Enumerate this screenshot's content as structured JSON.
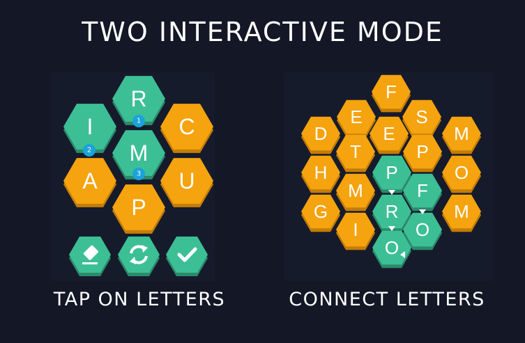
{
  "title": "TWO INTERACTIVE MODE",
  "captions": {
    "left": "TAP ON LETTERS",
    "right": "CONNECT LETTERS"
  },
  "colors": {
    "background": "#131726",
    "orange": "#f5a30f",
    "orange_shadow": "#c47d05",
    "green": "#3dbf95",
    "green_shadow": "#2a8a6a",
    "badge": "#1aa3d9"
  },
  "tap_mode": {
    "letters": [
      {
        "letter": "R",
        "color": "green",
        "badge": "1"
      },
      {
        "letter": "I",
        "color": "green",
        "badge": "2"
      },
      {
        "letter": "C",
        "color": "orange",
        "badge": ""
      },
      {
        "letter": "M",
        "color": "green",
        "badge": "3"
      },
      {
        "letter": "A",
        "color": "orange",
        "badge": ""
      },
      {
        "letter": "U",
        "color": "orange",
        "badge": ""
      },
      {
        "letter": "P",
        "color": "orange",
        "badge": ""
      }
    ],
    "controls": [
      {
        "name": "eraser-icon"
      },
      {
        "name": "shuffle-icon"
      },
      {
        "name": "checkmark-icon"
      }
    ]
  },
  "connect_mode": {
    "letters": [
      {
        "letter": "F",
        "color": "orange"
      },
      {
        "letter": "E",
        "color": "orange"
      },
      {
        "letter": "S",
        "color": "orange"
      },
      {
        "letter": "D",
        "color": "orange"
      },
      {
        "letter": "E",
        "color": "orange"
      },
      {
        "letter": "M",
        "color": "orange"
      },
      {
        "letter": "T",
        "color": "orange"
      },
      {
        "letter": "P",
        "color": "orange"
      },
      {
        "letter": "H",
        "color": "orange"
      },
      {
        "letter": "P",
        "color": "green"
      },
      {
        "letter": "O",
        "color": "orange"
      },
      {
        "letter": "M",
        "color": "orange"
      },
      {
        "letter": "F",
        "color": "green"
      },
      {
        "letter": "G",
        "color": "orange"
      },
      {
        "letter": "R",
        "color": "green"
      },
      {
        "letter": "M",
        "color": "orange"
      },
      {
        "letter": "I",
        "color": "orange"
      },
      {
        "letter": "O",
        "color": "green"
      },
      {
        "letter": "O",
        "color": "green"
      }
    ]
  }
}
